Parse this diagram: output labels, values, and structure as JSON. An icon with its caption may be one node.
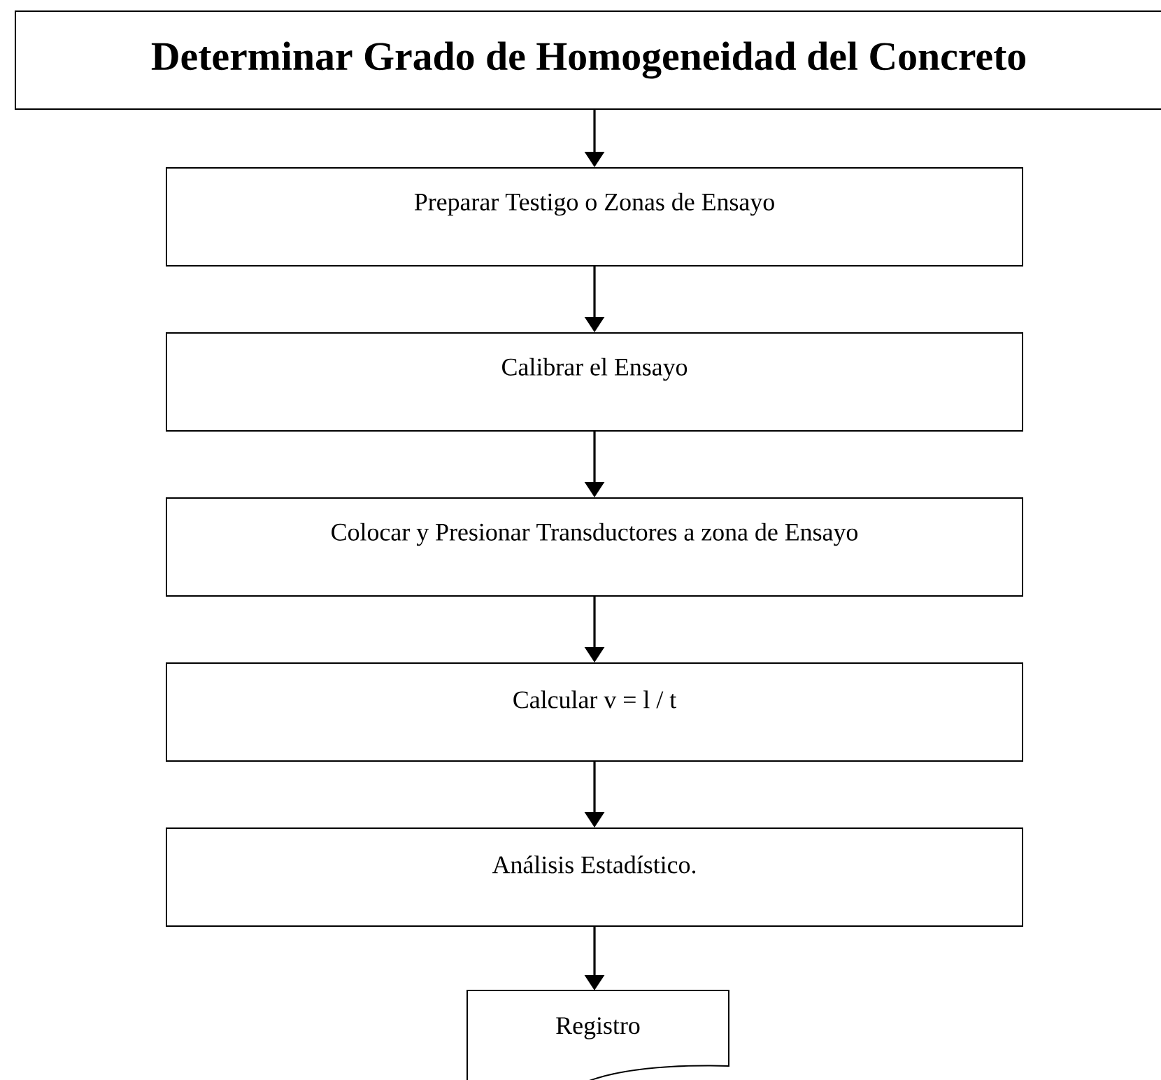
{
  "diagram": {
    "nodes": [
      {
        "text": [
          "Determinar Grado de Homogeneidad del Concreto"
        ]
      },
      {
        "text": [
          "Preparar Testigo o Zonas de Ensayo"
        ]
      },
      {
        "text": [
          "Calibrar el Ensayo"
        ]
      },
      {
        "text": [
          "Colocar y Presionar Transductores a zona de Ensayo"
        ]
      },
      {
        "text": [
          "Calcular v = l / t"
        ]
      },
      {
        "text": [
          "Análisis Estadístico."
        ]
      },
      {
        "text": [
          "Registro"
        ]
      }
    ],
    "edges": [
      {
        "from": 0,
        "to": 1,
        "arrow": "to"
      },
      {
        "from": 1,
        "to": 2,
        "arrow": "to"
      },
      {
        "from": 2,
        "to": 3,
        "arrow": "to"
      },
      {
        "from": 3,
        "to": 4,
        "arrow": "to"
      },
      {
        "from": 4,
        "to": 5,
        "arrow": "to"
      },
      {
        "from": 5,
        "to": 6,
        "arrow": "to"
      }
    ]
  }
}
